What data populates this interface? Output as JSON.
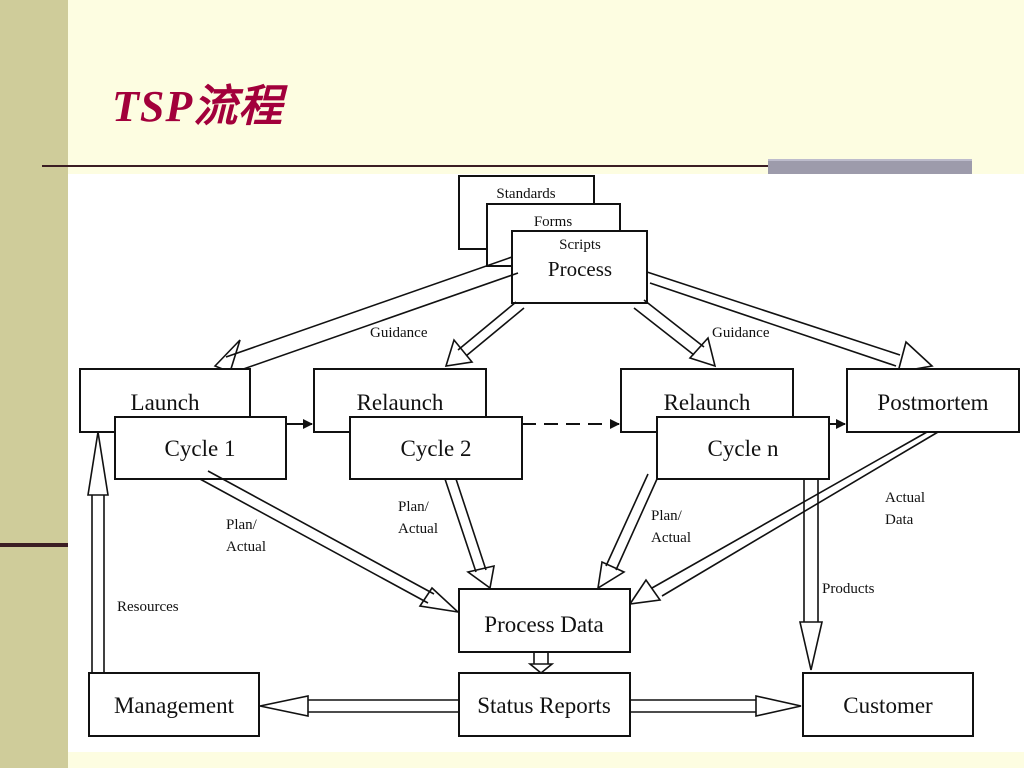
{
  "slide": {
    "title": "TSP流程"
  },
  "diagram": {
    "docs": {
      "standards": "Standards",
      "forms": "Forms",
      "scripts": "Scripts",
      "process": "Process"
    },
    "phases": {
      "launch": "Launch",
      "relaunch1": "Relaunch",
      "relaunch2": "Relaunch",
      "postmortem": "Postmortem"
    },
    "cycles": {
      "cycle1": "Cycle 1",
      "cycle2": "Cycle 2",
      "cyclen": "Cycle n"
    },
    "nodes": {
      "process_data": "Process Data",
      "management": "Management",
      "status_reports": "Status Reports",
      "customer": "Customer"
    },
    "labels": {
      "guidance_left": "Guidance",
      "guidance_right": "Guidance",
      "plan1_a": "Plan/",
      "plan1_b": "Actual",
      "plan2_a": "Plan/",
      "plan2_b": "Actual",
      "plan3_a": "Plan/",
      "plan3_b": "Actual",
      "actual_data_a": "Actual",
      "actual_data_b": "Data",
      "resources": "Resources",
      "products": "Products"
    }
  }
}
